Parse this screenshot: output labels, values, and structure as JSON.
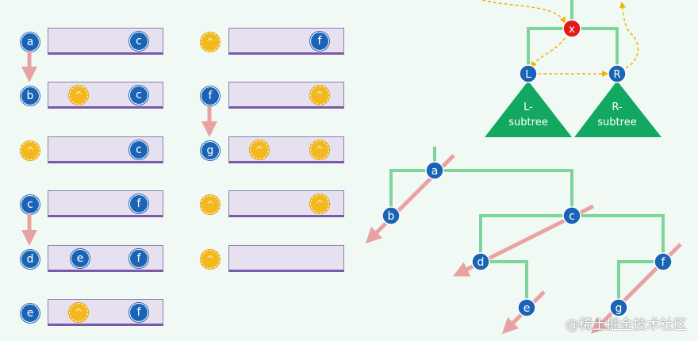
{
  "colors": {
    "node_fill": "#1b64b5",
    "nil_fill": "#f2b81e",
    "root_fill": "#e41a1a",
    "edge": "#7fd49b",
    "subtree_fill": "#12a862",
    "arrow_pink": "#e9a2a2",
    "arrow_dashed": "#f0b400",
    "bar_fill": "#e6e0ef",
    "bar_border": "#7a5aa8"
  },
  "nil_symbol": "^",
  "left_column": [
    {
      "label": "a",
      "cells": [
        {
          "type": "node",
          "label": "c"
        }
      ]
    },
    {
      "label": "b",
      "cells": [
        {
          "type": "nil"
        },
        {
          "type": "node",
          "label": "c"
        }
      ]
    },
    {
      "label": "^",
      "is_nil": true,
      "cells": [
        {
          "type": "node",
          "label": "c"
        }
      ]
    },
    {
      "label": "c",
      "cells": [
        {
          "type": "node",
          "label": "f"
        }
      ]
    },
    {
      "label": "d",
      "cells": [
        {
          "type": "node",
          "label": "e"
        },
        {
          "type": "node",
          "label": "f"
        }
      ]
    },
    {
      "label": "e",
      "cells": [
        {
          "type": "nil"
        },
        {
          "type": "node",
          "label": "f"
        }
      ]
    }
  ],
  "right_column": [
    {
      "label": "^",
      "is_nil": true,
      "cells": [
        {
          "type": "node",
          "label": "f"
        }
      ]
    },
    {
      "label": "f",
      "cells": [
        {
          "type": "nil"
        }
      ]
    },
    {
      "label": "g",
      "cells": [
        {
          "type": "nil"
        },
        {
          "type": "nil"
        }
      ]
    },
    {
      "label": "^",
      "is_nil": true,
      "cells": [
        {
          "type": "nil"
        }
      ]
    },
    {
      "label": "^",
      "is_nil": true,
      "cells": []
    }
  ],
  "rotation_diagram": {
    "root": "x",
    "left": "L",
    "right": "R",
    "left_subtree": [
      "L-",
      "subtree"
    ],
    "right_subtree": [
      "R-",
      "subtree"
    ]
  },
  "tree": {
    "root": "a",
    "nodes": [
      "a",
      "b",
      "c",
      "d",
      "e",
      "f",
      "g"
    ]
  },
  "watermark": "@稀土掘金技术社区"
}
